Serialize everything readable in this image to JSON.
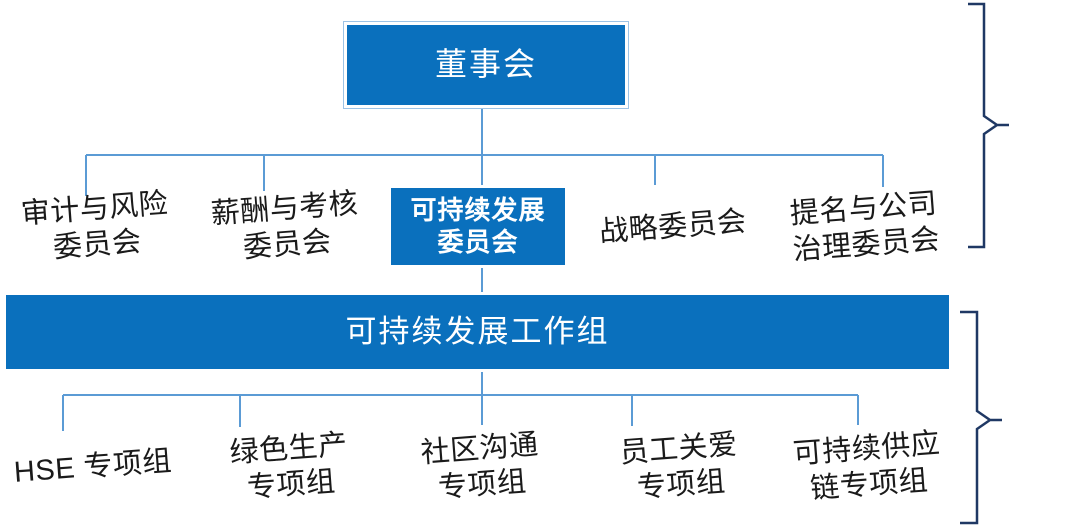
{
  "colors": {
    "box_blue": "#0a70bd",
    "box_border": "#ffffff",
    "connector_blue": "#5b9bd5",
    "bracket_navy": "#1f3864",
    "label_dark": "#1a1a1a"
  },
  "org_chart": {
    "root": {
      "label": "董事会"
    },
    "committees": [
      {
        "name": "audit-risk-committee",
        "lines": [
          "审计与风险",
          "委员会"
        ]
      },
      {
        "name": "remuneration-committee",
        "lines": [
          "薪酬与考核",
          "委员会"
        ]
      },
      {
        "name": "sustainability-committee",
        "lines": [
          "可持续发展",
          "委员会"
        ],
        "highlighted": true
      },
      {
        "name": "strategy-committee",
        "lines": [
          "战略委员会"
        ]
      },
      {
        "name": "nomination-governance-committee",
        "lines": [
          "提名与公司",
          "治理委员会"
        ]
      }
    ],
    "working_group": {
      "label": "可持续发展工作组"
    },
    "task_forces": [
      {
        "name": "hse-task-force",
        "lines": [
          "HSE 专项组"
        ]
      },
      {
        "name": "green-production-task-force",
        "lines": [
          "绿色生产",
          "专项组"
        ]
      },
      {
        "name": "community-task-force",
        "lines": [
          "社区沟通",
          "专项组"
        ]
      },
      {
        "name": "employee-care-task-force",
        "lines": [
          "员工关爱",
          "专项组"
        ]
      },
      {
        "name": "sustainable-supply-chain-task-force",
        "lines": [
          "可持续供应",
          "链专项组"
        ]
      }
    ]
  }
}
